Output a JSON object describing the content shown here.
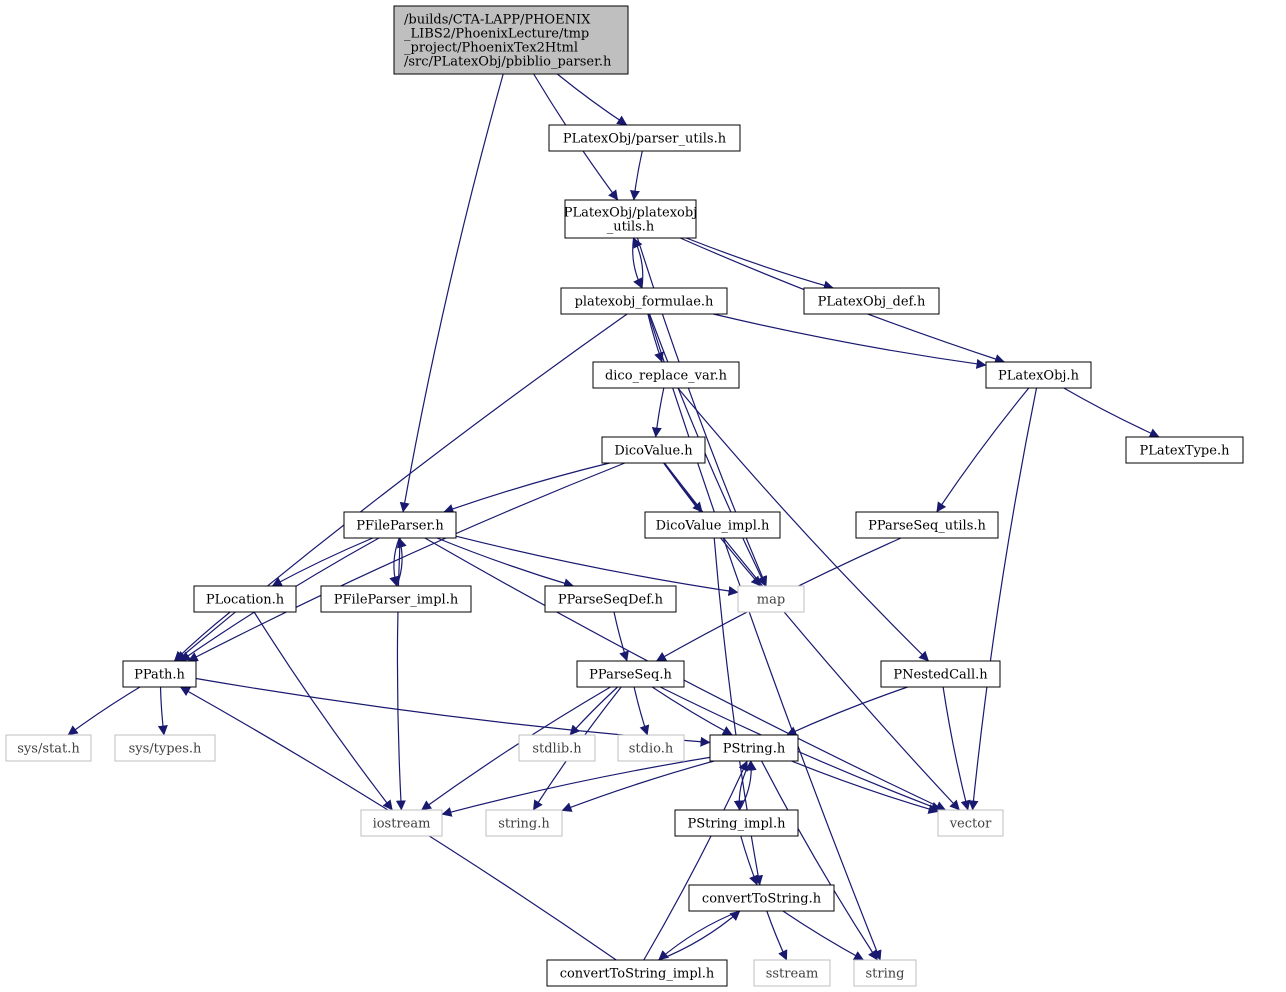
{
  "diagram": {
    "colors": {
      "edge": "#191970",
      "root_fill": "#bfbfbf",
      "node_border": "#000000",
      "external_border": "#bfbfbf",
      "external_text": "#404040",
      "text": "#000000"
    },
    "nodes": [
      {
        "id": "root",
        "lines": [
          "/builds/CTA-LAPP/PHOENIX",
          "_LIBS2/PhoenixLecture/tmp",
          "_project/PhoenixTex2Html",
          "/src/PLatexObj/pbiblio_parser.h"
        ],
        "kind": "root"
      },
      {
        "id": "parser_utils",
        "lines": [
          "PLatexObj/parser_utils.h"
        ],
        "kind": "file"
      },
      {
        "id": "platexobj_utils",
        "lines": [
          "PLatexObj/platexobj",
          "_utils.h"
        ],
        "kind": "file"
      },
      {
        "id": "platexobj_formulae",
        "lines": [
          "platexobj_formulae.h"
        ],
        "kind": "file"
      },
      {
        "id": "platexobj_def",
        "lines": [
          "PLatexObj_def.h"
        ],
        "kind": "file"
      },
      {
        "id": "dico_replace_var",
        "lines": [
          "dico_replace_var.h"
        ],
        "kind": "file"
      },
      {
        "id": "platexobj",
        "lines": [
          "PLatexObj.h"
        ],
        "kind": "file"
      },
      {
        "id": "dicovalue",
        "lines": [
          "DicoValue.h"
        ],
        "kind": "file"
      },
      {
        "id": "platextype",
        "lines": [
          "PLatexType.h"
        ],
        "kind": "file"
      },
      {
        "id": "pfileparser",
        "lines": [
          "PFileParser.h"
        ],
        "kind": "file"
      },
      {
        "id": "dicovalue_impl",
        "lines": [
          "DicoValue_impl.h"
        ],
        "kind": "file"
      },
      {
        "id": "pparseseq_utils",
        "lines": [
          "PParseSeq_utils.h"
        ],
        "kind": "file"
      },
      {
        "id": "plocation",
        "lines": [
          "PLocation.h"
        ],
        "kind": "file"
      },
      {
        "id": "pfileparser_impl",
        "lines": [
          "PFileParser_impl.h"
        ],
        "kind": "file"
      },
      {
        "id": "pparseseqdef",
        "lines": [
          "PParseSeqDef.h"
        ],
        "kind": "file"
      },
      {
        "id": "map",
        "lines": [
          "map"
        ],
        "kind": "external"
      },
      {
        "id": "ppath",
        "lines": [
          "PPath.h"
        ],
        "kind": "file"
      },
      {
        "id": "pparseseq",
        "lines": [
          "PParseSeq.h"
        ],
        "kind": "file"
      },
      {
        "id": "pnestedcall",
        "lines": [
          "PNestedCall.h"
        ],
        "kind": "file"
      },
      {
        "id": "sys_stat",
        "lines": [
          "sys/stat.h"
        ],
        "kind": "external"
      },
      {
        "id": "sys_types",
        "lines": [
          "sys/types.h"
        ],
        "kind": "external"
      },
      {
        "id": "stdlib",
        "lines": [
          "stdlib.h"
        ],
        "kind": "external"
      },
      {
        "id": "stdio",
        "lines": [
          "stdio.h"
        ],
        "kind": "external"
      },
      {
        "id": "pstring",
        "lines": [
          "PString.h"
        ],
        "kind": "file"
      },
      {
        "id": "iostream",
        "lines": [
          "iostream"
        ],
        "kind": "external"
      },
      {
        "id": "string_h",
        "lines": [
          "string.h"
        ],
        "kind": "external"
      },
      {
        "id": "pstring_impl",
        "lines": [
          "PString_impl.h"
        ],
        "kind": "file"
      },
      {
        "id": "vector",
        "lines": [
          "vector"
        ],
        "kind": "external"
      },
      {
        "id": "converttostring",
        "lines": [
          "convertToString.h"
        ],
        "kind": "file"
      },
      {
        "id": "converttostring_impl",
        "lines": [
          "convertToString_impl.h"
        ],
        "kind": "file"
      },
      {
        "id": "sstream",
        "lines": [
          "sstream"
        ],
        "kind": "external"
      },
      {
        "id": "string",
        "lines": [
          "string"
        ],
        "kind": "external"
      }
    ],
    "edges": [
      {
        "from": "root",
        "to": "parser_utils"
      },
      {
        "from": "root",
        "to": "platexobj_utils"
      },
      {
        "from": "root",
        "to": "pfileparser"
      },
      {
        "from": "parser_utils",
        "to": "platexobj_utils"
      },
      {
        "from": "platexobj_utils",
        "to": "platexobj_formulae"
      },
      {
        "from": "platexobj_utils",
        "to": "platexobj_def"
      },
      {
        "from": "platexobj_utils",
        "to": "platexobj"
      },
      {
        "from": "platexobj_utils",
        "to": "map"
      },
      {
        "from": "platexobj_formulae",
        "to": "platexobj_utils"
      },
      {
        "from": "platexobj_formulae",
        "to": "dico_replace_var"
      },
      {
        "from": "platexobj_formulae",
        "to": "platexobj"
      },
      {
        "from": "platexobj_formulae",
        "to": "ppath"
      },
      {
        "from": "platexobj_formulae",
        "to": "map"
      },
      {
        "from": "platexobj_formulae",
        "to": "string"
      },
      {
        "from": "dico_replace_var",
        "to": "dicovalue"
      },
      {
        "from": "dico_replace_var",
        "to": "pnestedcall"
      },
      {
        "from": "platexobj",
        "to": "platextype"
      },
      {
        "from": "platexobj",
        "to": "pparseseq_utils"
      },
      {
        "from": "platexobj",
        "to": "vector"
      },
      {
        "from": "dicovalue",
        "to": "pfileparser"
      },
      {
        "from": "dicovalue",
        "to": "dicovalue_impl"
      },
      {
        "from": "dicovalue",
        "to": "ppath"
      },
      {
        "from": "dicovalue",
        "to": "map"
      },
      {
        "from": "dicovalue",
        "to": "vector"
      },
      {
        "from": "dicovalue_impl",
        "to": "converttostring"
      },
      {
        "from": "pfileparser",
        "to": "plocation"
      },
      {
        "from": "pfileparser",
        "to": "pfileparser_impl"
      },
      {
        "from": "pfileparser",
        "to": "pparseseqdef"
      },
      {
        "from": "pfileparser",
        "to": "map"
      },
      {
        "from": "pfileparser",
        "to": "ppath"
      },
      {
        "from": "pfileparser",
        "to": "iostream"
      },
      {
        "from": "pfileparser",
        "to": "vector"
      },
      {
        "from": "pfileparser_impl",
        "to": "pfileparser"
      },
      {
        "from": "pparseseq_utils",
        "to": "pparseseq"
      },
      {
        "from": "plocation",
        "to": "ppath"
      },
      {
        "from": "plocation",
        "to": "iostream"
      },
      {
        "from": "pparseseqdef",
        "to": "pparseseq"
      },
      {
        "from": "ppath",
        "to": "sys_stat"
      },
      {
        "from": "ppath",
        "to": "sys_types"
      },
      {
        "from": "ppath",
        "to": "pstring"
      },
      {
        "from": "pparseseq",
        "to": "stdlib"
      },
      {
        "from": "pparseseq",
        "to": "stdio"
      },
      {
        "from": "pparseseq",
        "to": "pstring"
      },
      {
        "from": "pparseseq",
        "to": "iostream"
      },
      {
        "from": "pparseseq",
        "to": "string_h"
      },
      {
        "from": "pparseseq",
        "to": "vector"
      },
      {
        "from": "pnestedcall",
        "to": "pstring"
      },
      {
        "from": "pnestedcall",
        "to": "vector"
      },
      {
        "from": "pstring",
        "to": "iostream"
      },
      {
        "from": "pstring",
        "to": "string_h"
      },
      {
        "from": "pstring",
        "to": "pstring_impl"
      },
      {
        "from": "pstring",
        "to": "vector"
      },
      {
        "from": "pstring",
        "to": "string"
      },
      {
        "from": "pstring_impl",
        "to": "pstring"
      },
      {
        "from": "pstring_impl",
        "to": "converttostring"
      },
      {
        "from": "converttostring",
        "to": "converttostring_impl"
      },
      {
        "from": "converttostring",
        "to": "sstream"
      },
      {
        "from": "converttostring",
        "to": "string"
      },
      {
        "from": "converttostring_impl",
        "to": "converttostring"
      },
      {
        "from": "converttostring_impl",
        "to": "pstring"
      },
      {
        "from": "converttostring_impl",
        "to": "ppath"
      }
    ]
  }
}
